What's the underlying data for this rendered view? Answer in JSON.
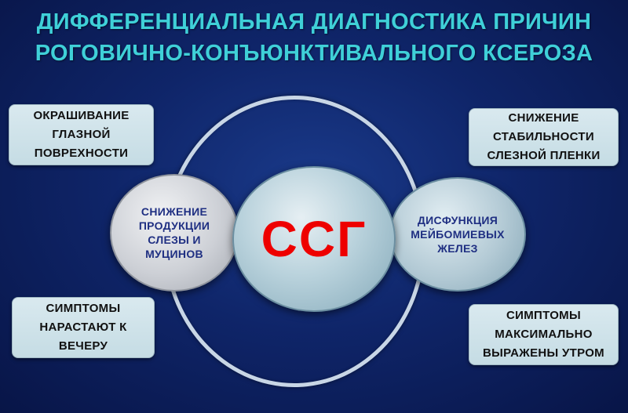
{
  "title": {
    "line1": "ДИФФЕРЕНЦИАЛЬНАЯ ДИАГНОСТИКА ПРИЧИН",
    "line2": "РОГОВИЧНО-КОНЪЮНКТИВАЛЬНОГО КСЕРОЗА"
  },
  "center": {
    "label": "ССГ"
  },
  "left_circle": {
    "lines": [
      "СНИЖЕНИЕ",
      "ПРОДУКЦИИ",
      "СЛЕЗЫ И",
      "МУЦИНОВ"
    ]
  },
  "right_circle": {
    "lines": [
      "ДИСФУНКЦИЯ",
      "МЕЙБОМИЕВЫХ",
      "ЖЕЛЕЗ"
    ]
  },
  "boxes": {
    "top_left": {
      "lines": [
        "ОКРАШИВАНИЕ",
        "ГЛАЗНОЙ",
        "ПОВРЕХНОСТИ"
      ]
    },
    "top_right": {
      "lines": [
        "СНИЖЕНИЕ",
        "СТАБИЛЬНОСТИ",
        "СЛЕЗНОЙ ПЛЕНКИ"
      ]
    },
    "bottom_left": {
      "lines": [
        "СИМПТОМЫ",
        "НАРАСТАЮТ К",
        "ВЕЧЕРУ"
      ]
    },
    "bottom_right": {
      "lines": [
        "СИМПТОМЫ",
        "МАКСИМАЛЬНО",
        "ВЫРАЖЕНЫ УТРОМ"
      ]
    }
  },
  "colors": {
    "title": "#3fd0d8",
    "center_label": "#ee0000",
    "circle_text": "#1f2f82",
    "background": "#0f2569"
  }
}
